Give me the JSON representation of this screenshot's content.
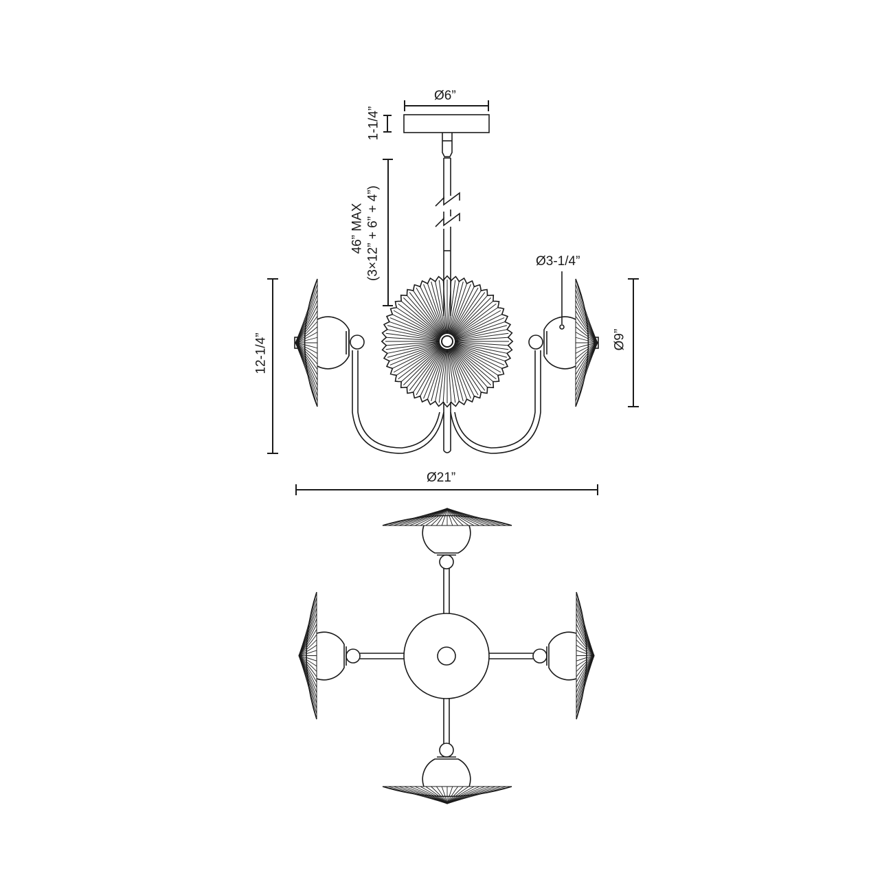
{
  "colors": {
    "line": "#1a1a1a",
    "background": "#ffffff"
  },
  "side_view": {
    "canopy": {
      "diameter_label": "Ø6”",
      "height_label": "1-1/4”"
    },
    "stem": {
      "length_label_line1": "46” MAX",
      "length_label_line2": "(3×12” + 6” + 4”)"
    },
    "fixture_height_label": "12-1/4”",
    "glass_globe_label": "Ø3-1/4”",
    "shade_diameter_label": "Ø9”",
    "overall_width_label": "Ø21”"
  },
  "top_view": {
    "arms": 4
  },
  "icons": {
    "canopy": "canopy-icon",
    "stem_break": "break-symbol-icon",
    "center_disc": "fluted-disc-icon",
    "shade": "fluted-shade-icon",
    "globe": "glass-globe-icon"
  }
}
